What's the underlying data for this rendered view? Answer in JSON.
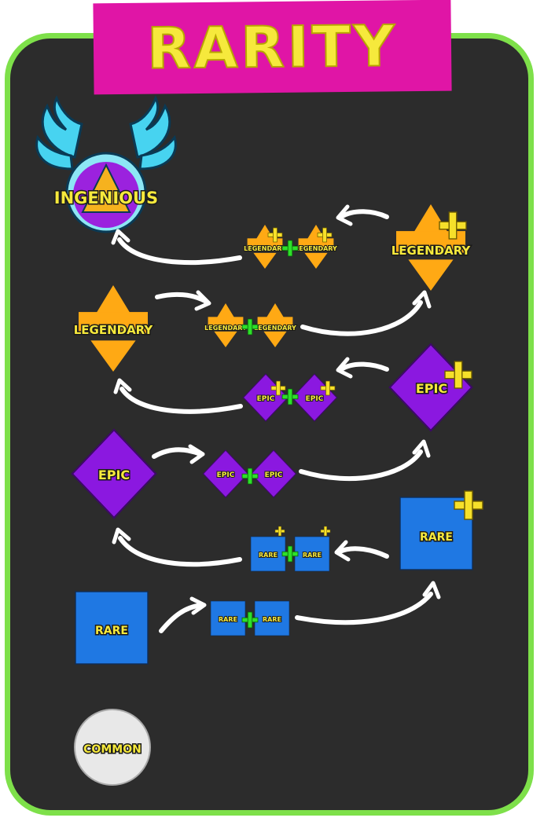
{
  "title": "RARITY",
  "colors": {
    "banner": "#e015a6",
    "banner_text": "#f6e93c",
    "frame": "#7ee04a",
    "background": "#2c2c2c",
    "common": "#e8e8e8",
    "rare": "#1f78e3",
    "epic": "#8b18e0",
    "legendary": "#ffa914",
    "ingenious": "#47d3f0",
    "label": "#f6e93c",
    "plus_combine": "#2ee02a",
    "plus_upgrade": "#f6e02a",
    "arrow": "#ffffff"
  },
  "tiers": {
    "common": "COMMON",
    "rare": "RARE",
    "epic": "EPIC",
    "legendary": "LEGENDARY",
    "ingenious": "INGENIOUS"
  },
  "icons": {
    "combine": "plus-icon",
    "upgraded": "plus-badge-icon",
    "flow": "curved-arrow-icon",
    "ingenious": "winged-emblem-icon"
  }
}
